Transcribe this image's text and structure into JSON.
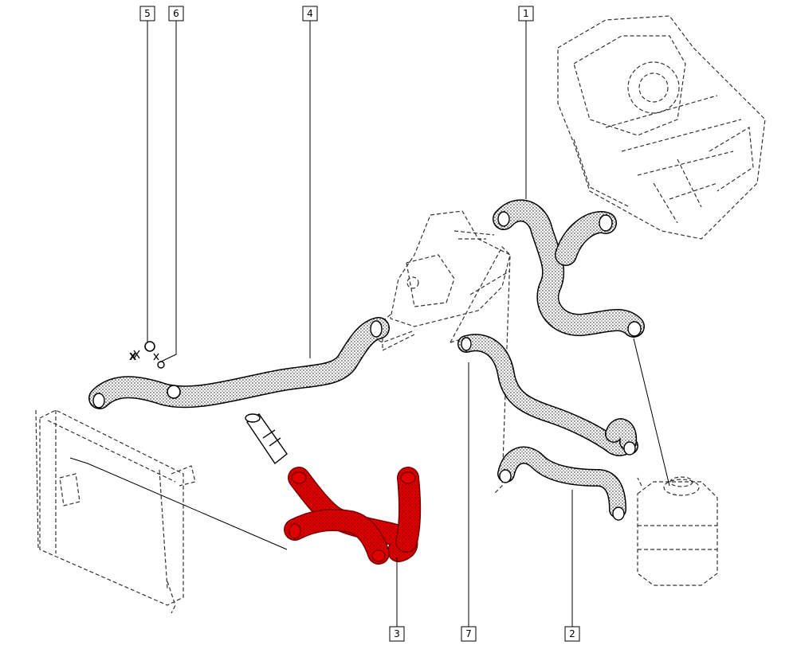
{
  "callouts": {
    "c1": "1",
    "c2": "2",
    "c3": "3",
    "c4": "4",
    "c5": "5",
    "c6": "6",
    "c7": "7"
  },
  "marks": {
    "clip_x": "X"
  },
  "colors": {
    "highlight": "#e00000",
    "outline": "#000000",
    "background": "#ffffff"
  }
}
